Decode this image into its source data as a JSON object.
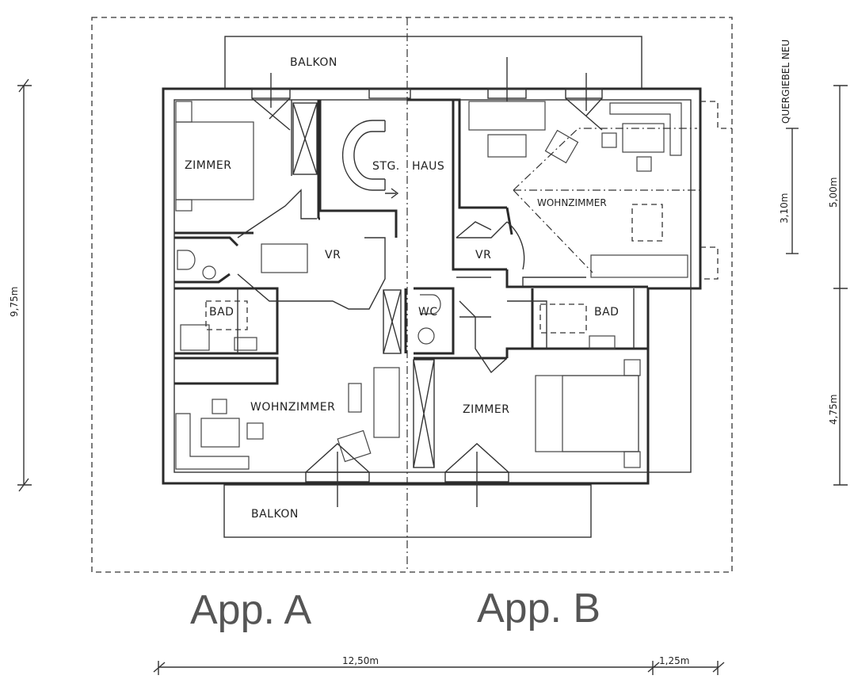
{
  "rooms": {
    "balkon_top": "BALKON",
    "balkon_bottom": "BALKON",
    "zimmer_a": "ZIMMER",
    "stg": "STG.",
    "haus": "HAUS",
    "wohnzimmer_b": "WOHNZIMMER",
    "vr_a": "VR",
    "vr_b": "VR",
    "bad_a": "BAD",
    "bad_b": "BAD",
    "wc_b": "WC",
    "wohnzimmer_a": "WOHNZIMMER",
    "zimmer_b": "ZIMMER"
  },
  "apartments": {
    "a": "App. A",
    "b": "App. B"
  },
  "side_note": "QUERGIEBEL NEU",
  "dimensions": {
    "left_height": "9,75m",
    "right_upper": "3,10m",
    "right_total_upper": "5,00m",
    "right_lower": "4,75m",
    "bottom_width": "12,50m",
    "bottom_extra": "1,25m"
  }
}
